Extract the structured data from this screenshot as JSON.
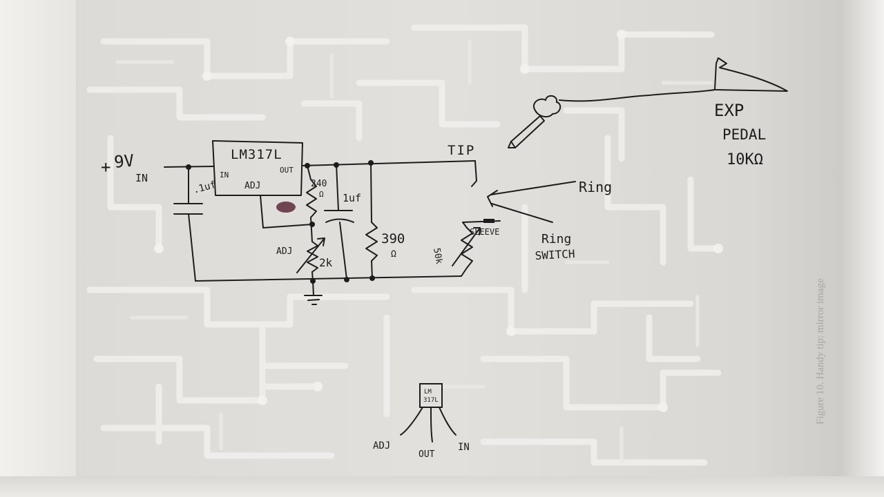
{
  "labels": {
    "supply_plus": "+",
    "supply_9v": "9V",
    "supply_in": "IN",
    "regulator": "LM317L",
    "reg_in": "IN",
    "reg_out": "OUT",
    "reg_adj": "ADJ",
    "cap_in": ".1uf",
    "res_240": "240",
    "res_240_unit": "Ω",
    "cap_1uf": "1uf",
    "res_390": "390",
    "res_390_unit": "Ω",
    "pot_2k_prefix": "ADJ",
    "pot_2k": "2k",
    "pot_50k": "50k",
    "tip": "TIP",
    "sleeve": "SLEEVE",
    "ring": "Ring",
    "ring_switch_1": "Ring",
    "ring_switch_2": "SWITCH",
    "exp_1": "EXP",
    "exp_2": "PEDAL",
    "exp_3": "10KΩ",
    "pinout_part_1": "LM",
    "pinout_part_2": "317L",
    "pin_adj": "ADJ",
    "pin_out": "OUT",
    "pin_in": "IN"
  },
  "caption": "Figure 10. Handy tip: mirror image",
  "colors": {
    "ink": "#1c1c1c",
    "pcb_trace": "#f1f0ed",
    "paper": "#dcdad6",
    "scribble": "#5a2a3a"
  }
}
